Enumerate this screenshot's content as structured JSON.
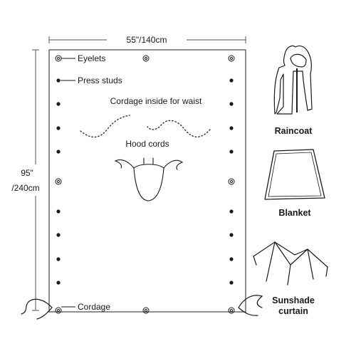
{
  "dimensions": {
    "width_text": "55\"/140cm",
    "height_text_line1": "95\"",
    "height_text_line2": "/240cm"
  },
  "callouts": {
    "eyelets": "Eyelets",
    "press_studs": "Press studs",
    "cordage_waist": "Cordage inside for waist",
    "hood_cords": "Hood cords",
    "cordage": "Cordage"
  },
  "uses": {
    "raincoat": "Raincoat",
    "blanket": "Blanket",
    "sunshade_line1": "Sunshade",
    "sunshade_line2": "curtain"
  },
  "colors": {
    "line": "#1a1a1a",
    "dim_line": "#555555",
    "fill": "#ffffff"
  }
}
